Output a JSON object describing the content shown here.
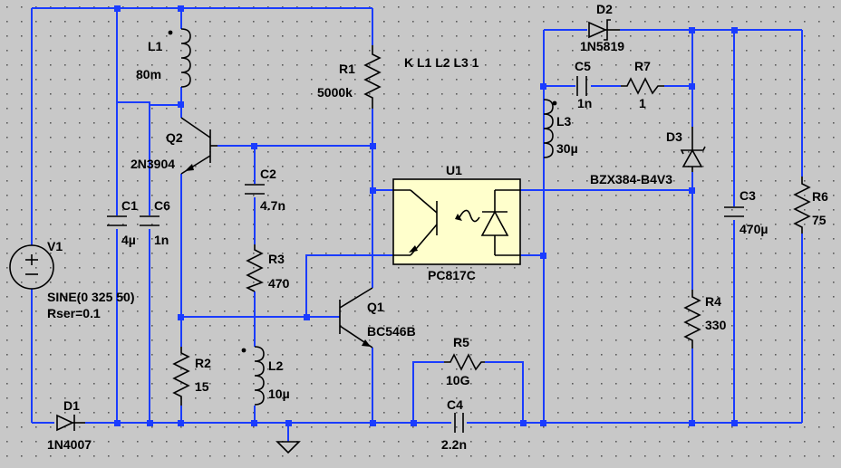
{
  "schematic": {
    "spice_directive": "K L1 L2 L3 1",
    "components": {
      "V1": {
        "ref": "V1",
        "value": "SINE(0 325 50)",
        "extra": "Rser=0.1"
      },
      "D1": {
        "ref": "D1",
        "value": "1N4007"
      },
      "C1": {
        "ref": "C1",
        "value": "4µ"
      },
      "C6": {
        "ref": "C6",
        "value": "1n"
      },
      "L1": {
        "ref": "L1",
        "value": "80m"
      },
      "Q2": {
        "ref": "Q2",
        "value": "2N3904"
      },
      "R2": {
        "ref": "R2",
        "value": "15"
      },
      "C2": {
        "ref": "C2",
        "value": "4.7n"
      },
      "R3": {
        "ref": "R3",
        "value": "470"
      },
      "L2": {
        "ref": "L2",
        "value": "10µ"
      },
      "R1": {
        "ref": "R1",
        "value": "5000k"
      },
      "Q1": {
        "ref": "Q1",
        "value": "BC546B"
      },
      "U1": {
        "ref": "U1",
        "value": "PC817C"
      },
      "R5": {
        "ref": "R5",
        "value": "10G"
      },
      "C4": {
        "ref": "C4",
        "value": "2.2n"
      },
      "D2": {
        "ref": "D2",
        "value": "1N5819"
      },
      "C5": {
        "ref": "C5",
        "value": "1n"
      },
      "R7": {
        "ref": "R7",
        "value": "1"
      },
      "L3": {
        "ref": "L3",
        "value": "30µ"
      },
      "D3": {
        "ref": "D3",
        "value": "BZX384-B4V3"
      },
      "C3": {
        "ref": "C3",
        "value": "470µ"
      },
      "R6": {
        "ref": "R6",
        "value": "75"
      },
      "R4": {
        "ref": "R4",
        "value": "330"
      }
    }
  },
  "colors": {
    "background": "#c8c8c8",
    "wire": "#1a3cff",
    "component": "#000000",
    "optocoupler_fill": "#ffffcc",
    "grid_dot": "#5a5a5a"
  }
}
